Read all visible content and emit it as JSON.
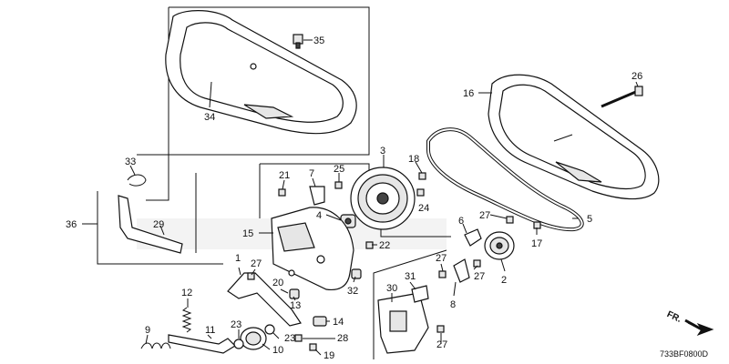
{
  "diagram": {
    "callouts": [
      {
        "id": "p35",
        "text": "35"
      },
      {
        "id": "p34",
        "text": "34"
      },
      {
        "id": "p26",
        "text": "26"
      },
      {
        "id": "p16",
        "text": "16"
      },
      {
        "id": "p3",
        "text": "3"
      },
      {
        "id": "p18",
        "text": "18"
      },
      {
        "id": "p24",
        "text": "24"
      },
      {
        "id": "p33",
        "text": "33"
      },
      {
        "id": "p21",
        "text": "21"
      },
      {
        "id": "p7",
        "text": "7"
      },
      {
        "id": "p25",
        "text": "25"
      },
      {
        "id": "p4",
        "text": "4"
      },
      {
        "id": "p36",
        "text": "36"
      },
      {
        "id": "p29",
        "text": "29"
      },
      {
        "id": "p15",
        "text": "15"
      },
      {
        "id": "p22",
        "text": "22"
      },
      {
        "id": "p27a",
        "text": "27"
      },
      {
        "id": "p6",
        "text": "6"
      },
      {
        "id": "p5",
        "text": "5"
      },
      {
        "id": "p17",
        "text": "17"
      },
      {
        "id": "p1",
        "text": "1"
      },
      {
        "id": "p27b",
        "text": "27"
      },
      {
        "id": "p20",
        "text": "20"
      },
      {
        "id": "p13",
        "text": "13"
      },
      {
        "id": "p32",
        "text": "32"
      },
      {
        "id": "p31",
        "text": "31"
      },
      {
        "id": "p27c",
        "text": "27"
      },
      {
        "id": "p8",
        "text": "8"
      },
      {
        "id": "p27d",
        "text": "27"
      },
      {
        "id": "p2",
        "text": "2"
      },
      {
        "id": "p12",
        "text": "12"
      },
      {
        "id": "p30",
        "text": "30"
      },
      {
        "id": "p14",
        "text": "14"
      },
      {
        "id": "p9",
        "text": "9"
      },
      {
        "id": "p11",
        "text": "11"
      },
      {
        "id": "p23a",
        "text": "23"
      },
      {
        "id": "p23b",
        "text": "23"
      },
      {
        "id": "p28",
        "text": "28"
      },
      {
        "id": "p10",
        "text": "10"
      },
      {
        "id": "p19",
        "text": "19"
      },
      {
        "id": "p27e",
        "text": "27"
      }
    ],
    "direction_label": "FR.",
    "drawing_code": "733BF0800D"
  }
}
